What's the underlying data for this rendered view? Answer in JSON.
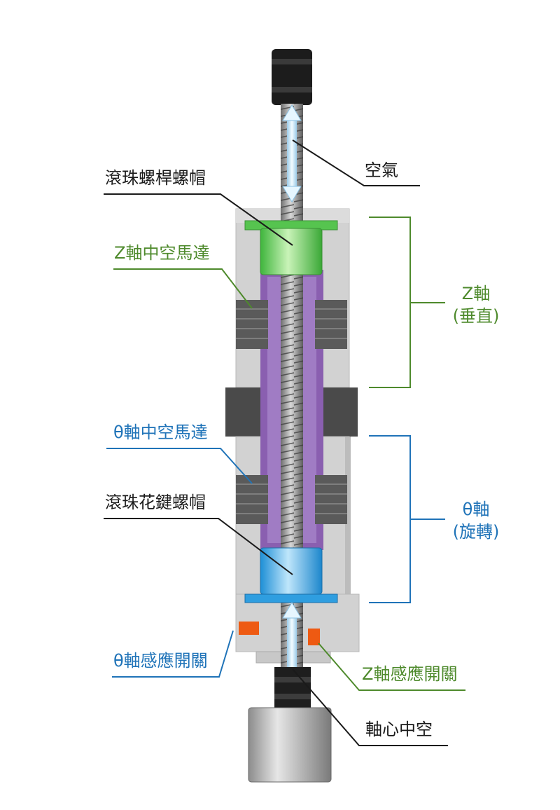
{
  "labels": {
    "air": "空氣",
    "ball_screw_nut": "滾珠螺桿螺帽",
    "z_hollow_motor": "Z軸中空馬達",
    "z_axis": "Z軸",
    "z_axis_sub": "(垂直)",
    "theta_hollow_motor": "θ軸中空馬達",
    "ball_spline_nut": "滾珠花鍵螺帽",
    "theta_axis": "θ軸",
    "theta_axis_sub": "(旋轉)",
    "theta_sensor": "θ軸感應開關",
    "z_sensor": "Z軸感應開關",
    "hollow_shaft": "軸心中空"
  },
  "colors": {
    "text": "#1a1a1a",
    "green": "#4e8a2c",
    "blue": "#1f73b8",
    "housing": "#d4d4d4",
    "coil": "#5a5a5a",
    "purple": "#8a5fb0",
    "nut_green": "#5ed35a",
    "nut_blue": "#35a8e8",
    "sensor": "#ee5a12"
  }
}
